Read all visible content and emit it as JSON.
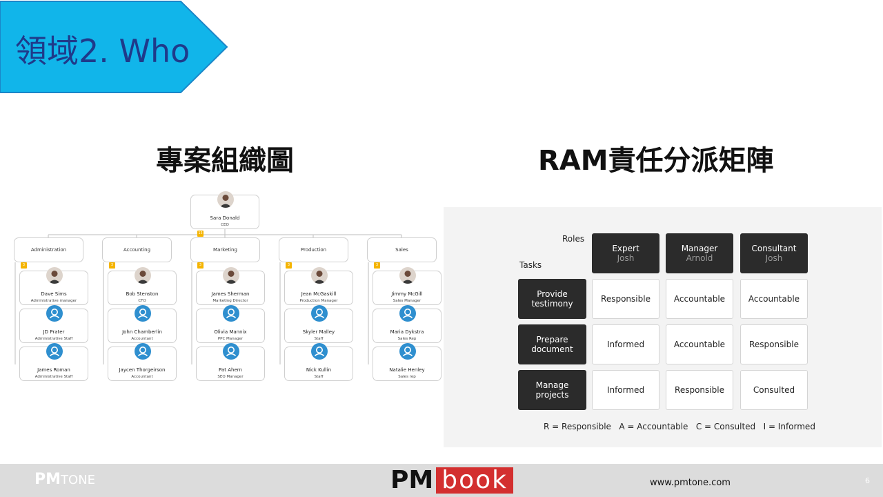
{
  "banner": {
    "title": "領域2. Who",
    "fill": "#11b5ea",
    "stroke": "#1a86c8",
    "text_color": "#1f3a8a"
  },
  "org_title": "專案組織圖",
  "ram_title": "RAM責任分派矩陣",
  "org_chart": {
    "ceo": {
      "name": "Sara Donald",
      "title": "CEO",
      "badge": "15"
    },
    "departments": [
      {
        "name": "Administration",
        "badge": "3",
        "people": [
          {
            "name": "Dave Sims",
            "title": "Administrative manager",
            "avatar": "photo"
          },
          {
            "name": "JD Prater",
            "title": "Administrative Staff",
            "avatar": "user-icon"
          },
          {
            "name": "James Roman",
            "title": "Administrative Staff",
            "avatar": "user-icon"
          }
        ]
      },
      {
        "name": "Accounting",
        "badge": "3",
        "people": [
          {
            "name": "Bob Stenston",
            "title": "CFO",
            "avatar": "photo"
          },
          {
            "name": "John Chamberlin",
            "title": "Accountant",
            "avatar": "user-icon"
          },
          {
            "name": "Jaycen Thorgeirson",
            "title": "Accountant",
            "avatar": "user-icon"
          }
        ]
      },
      {
        "name": "Marketing",
        "badge": "3",
        "people": [
          {
            "name": "James Sherman",
            "title": "Marketing Director",
            "avatar": "photo"
          },
          {
            "name": "Olivia Mannix",
            "title": "PPC Manager",
            "avatar": "user-icon"
          },
          {
            "name": "Pat Ahern",
            "title": "SEO Manager",
            "avatar": "user-icon"
          }
        ]
      },
      {
        "name": "Production",
        "badge": "3",
        "people": [
          {
            "name": "Jean McGaskill",
            "title": "Production Manager",
            "avatar": "photo"
          },
          {
            "name": "Skyler Malley",
            "title": "Staff",
            "avatar": "user-icon"
          },
          {
            "name": "Nick Kullin",
            "title": "Staff",
            "avatar": "user-icon"
          }
        ]
      },
      {
        "name": "Sales",
        "badge": "3",
        "people": [
          {
            "name": "Jimmy McGill",
            "title": "Sales Manager",
            "avatar": "photo"
          },
          {
            "name": "Maria Dykstra",
            "title": "Sales Rep",
            "avatar": "user-icon"
          },
          {
            "name": "Natalie Henley",
            "title": "Sales rep",
            "avatar": "user-icon"
          }
        ]
      }
    ]
  },
  "ram": {
    "roles_label": "Roles",
    "tasks_label": "Tasks",
    "roles": [
      {
        "role": "Expert",
        "person": "Josh"
      },
      {
        "role": "Manager",
        "person": "Arnold"
      },
      {
        "role": "Consultant",
        "person": "Josh"
      }
    ],
    "tasks": [
      {
        "task": "Provide testimony",
        "assignments": [
          "Responsible",
          "Accountable",
          "Accountable"
        ]
      },
      {
        "task": "Prepare document",
        "assignments": [
          "Informed",
          "Accountable",
          "Responsible"
        ]
      },
      {
        "task": "Manage projects",
        "assignments": [
          "Informed",
          "Responsible",
          "Consulted"
        ]
      }
    ],
    "legend": "R = Responsible   A = Accountable   C = Consulted   I = Informed"
  },
  "footer": {
    "logo_left_main": "PM",
    "logo_left_small": "TONE",
    "logo_mid_pm": "PM",
    "logo_mid_book": "book",
    "url": "www.pmtone.com",
    "page_number": "6",
    "book_color": "#d32f2f"
  }
}
